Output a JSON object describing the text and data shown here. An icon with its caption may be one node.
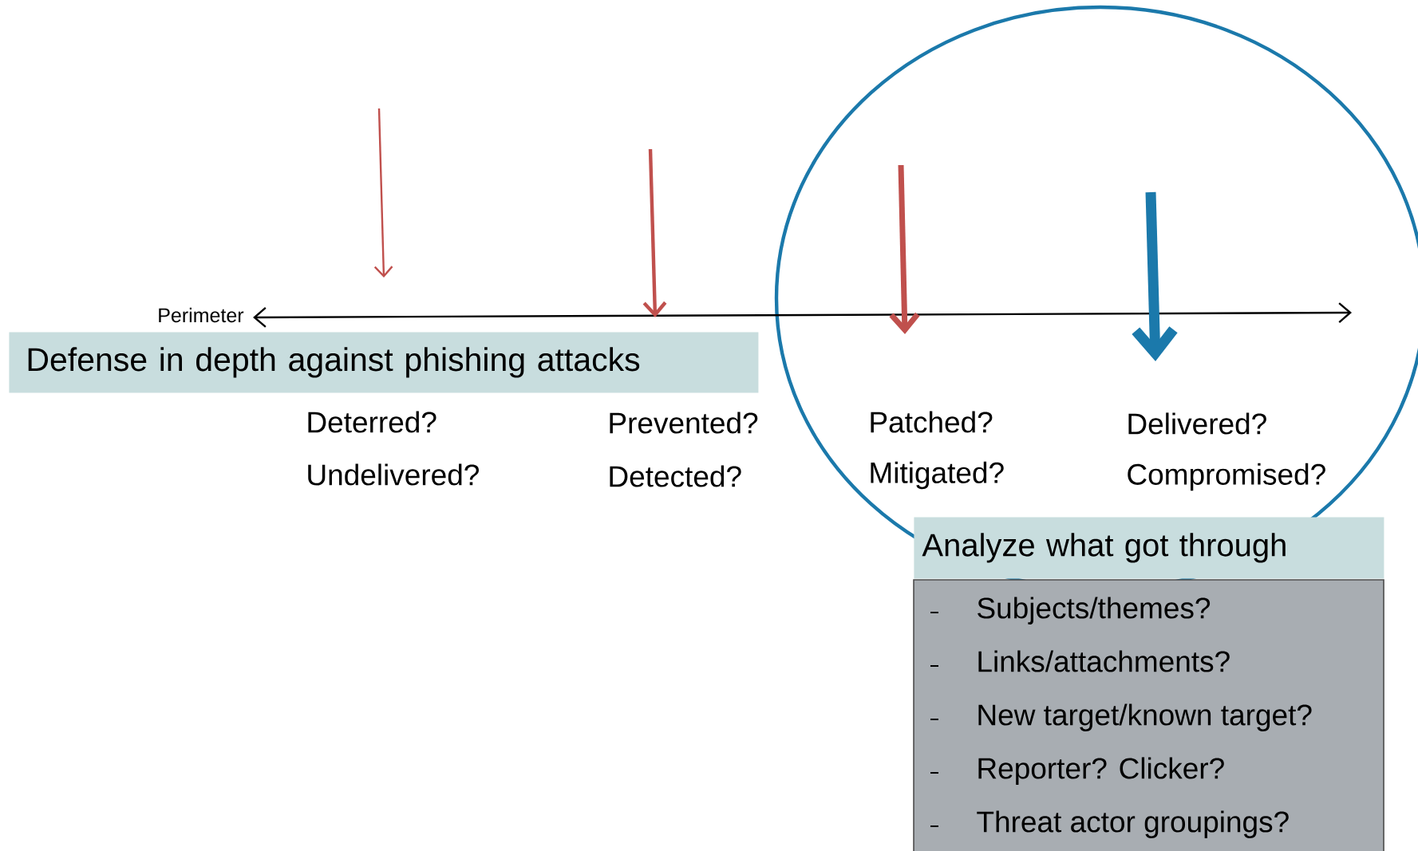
{
  "diagram": {
    "nodes": [
      {
        "text": [
          "Defense in depth against phishing attacks"
        ]
      },
      {
        "text": [
          "Analyze what got through"
        ]
      },
      {
        "text": [
          "Subjects/themes?",
          "Links/attachments?",
          "New target/known target?",
          "Reporter? Clicker?",
          "Threat actor groupings?"
        ]
      }
    ],
    "labels": [
      "Perimeter",
      "Deterred?",
      "Prevented?",
      "Patched?",
      "Delivered?",
      "Undelivered?",
      "Detected?",
      "Mitigated?",
      "Compromised?"
    ]
  }
}
